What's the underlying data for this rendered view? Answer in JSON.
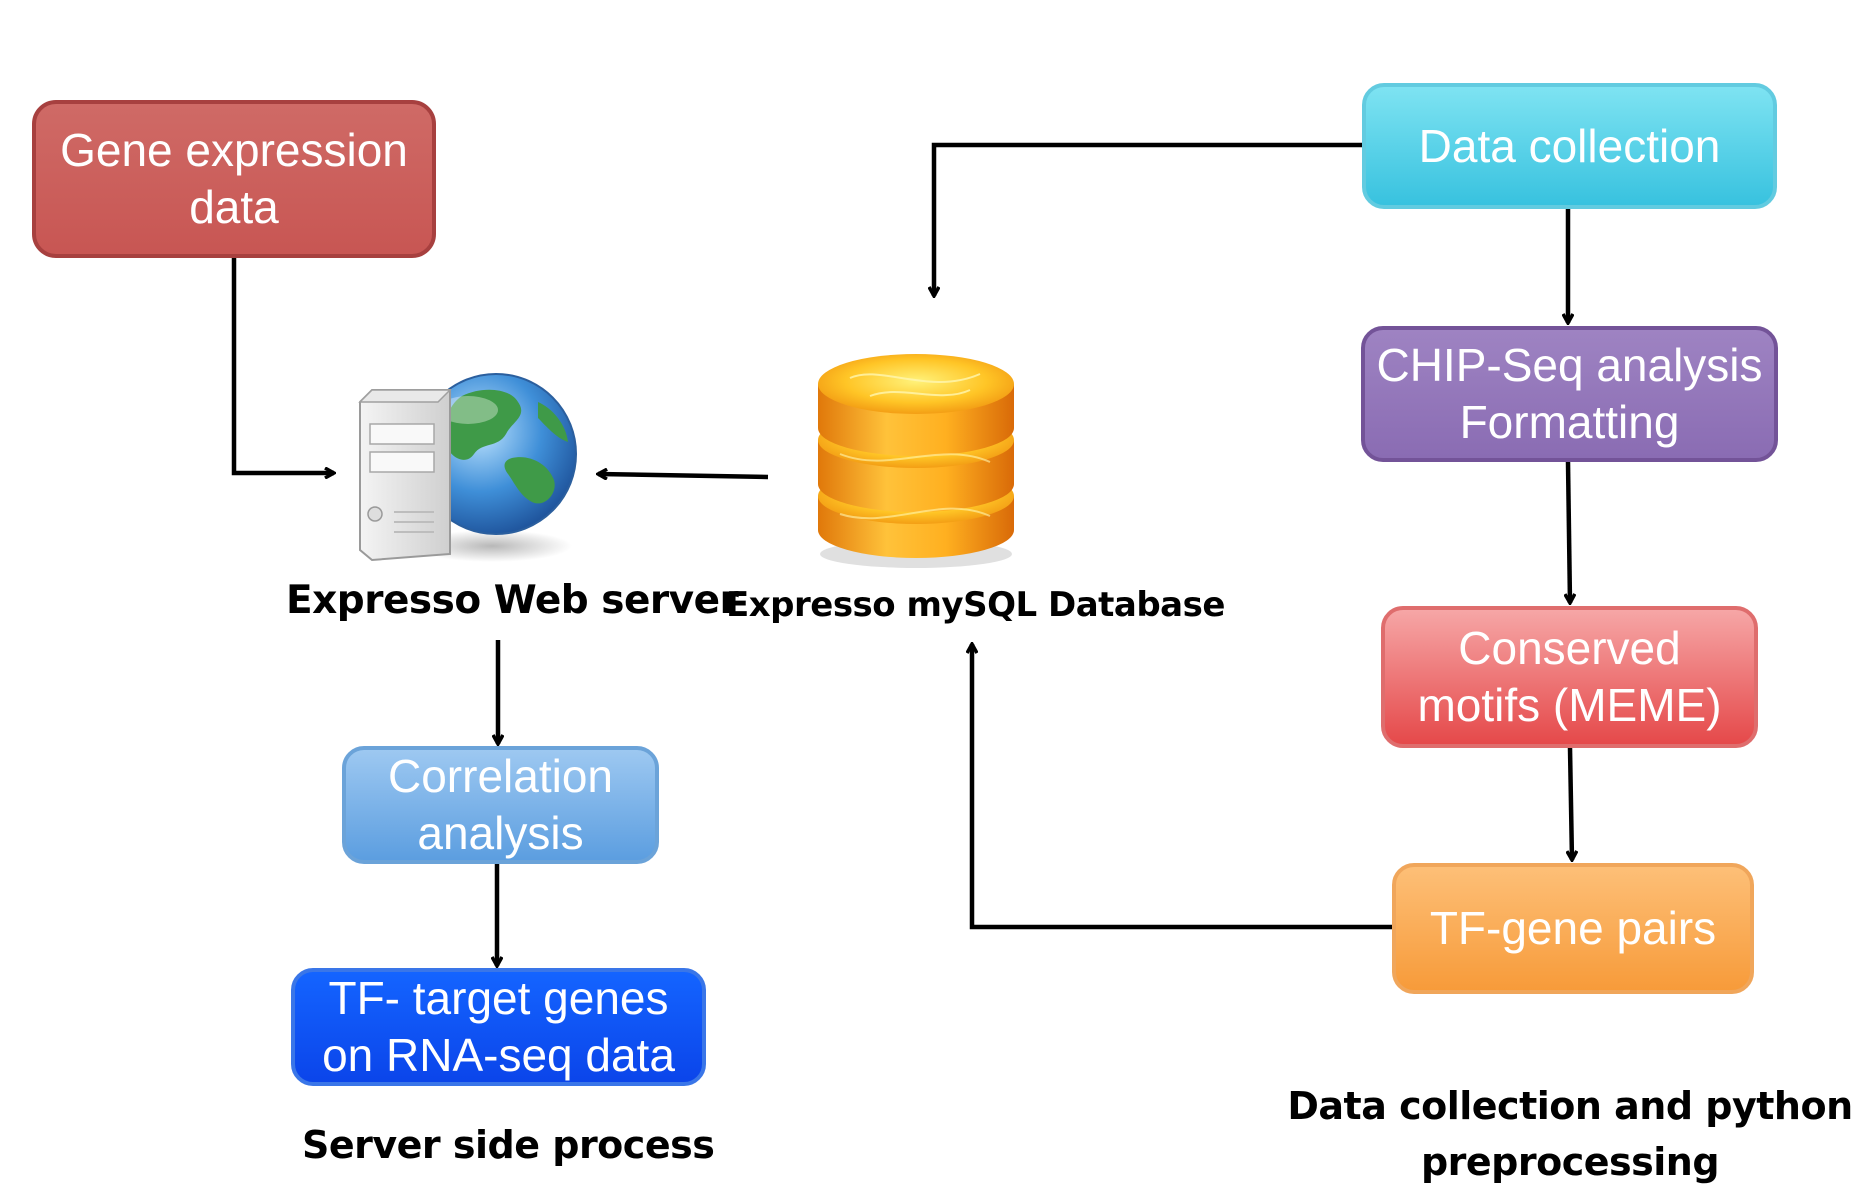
{
  "nodes": {
    "gene_expression": "Gene expression\ndata",
    "correlation": "Correlation\nanalysis",
    "tf_target": "TF- target genes\non RNA-seq data",
    "data_collection": "Data collection",
    "chipseq": "CHIP-Seq  analysis\nFormatting",
    "conserved_motifs": "Conserved\nmotifs (MEME)",
    "tf_gene_pairs": "TF-gene pairs"
  },
  "labels": {
    "web_server": "Expresso Web server",
    "database": "Expresso mySQL Database",
    "server_side": "Server side process",
    "preprocessing": "Data collection and python\npreprocessing"
  },
  "icons": {
    "web_server": "server-globe-icon",
    "database": "database-cylinder-icon"
  },
  "edges": [
    {
      "from": "gene_expression",
      "to": "web_server"
    },
    {
      "from": "database",
      "to": "web_server"
    },
    {
      "from": "web_server",
      "to": "correlation"
    },
    {
      "from": "correlation",
      "to": "tf_target"
    },
    {
      "from": "data_collection",
      "to": "database"
    },
    {
      "from": "data_collection",
      "to": "chipseq"
    },
    {
      "from": "chipseq",
      "to": "conserved_motifs"
    },
    {
      "from": "conserved_motifs",
      "to": "tf_gene_pairs"
    },
    {
      "from": "tf_gene_pairs",
      "to": "database"
    }
  ],
  "colors": {
    "gene_expression": "#c85653",
    "correlation": "#7ab3e8",
    "tf_target": "#0b45ea",
    "data_collection": "#45c8e3",
    "chipseq": "#8a6cb3",
    "conserved_motifs": "#e5494a",
    "tf_gene_pairs": "#f9a84a",
    "connector": "#000000"
  }
}
